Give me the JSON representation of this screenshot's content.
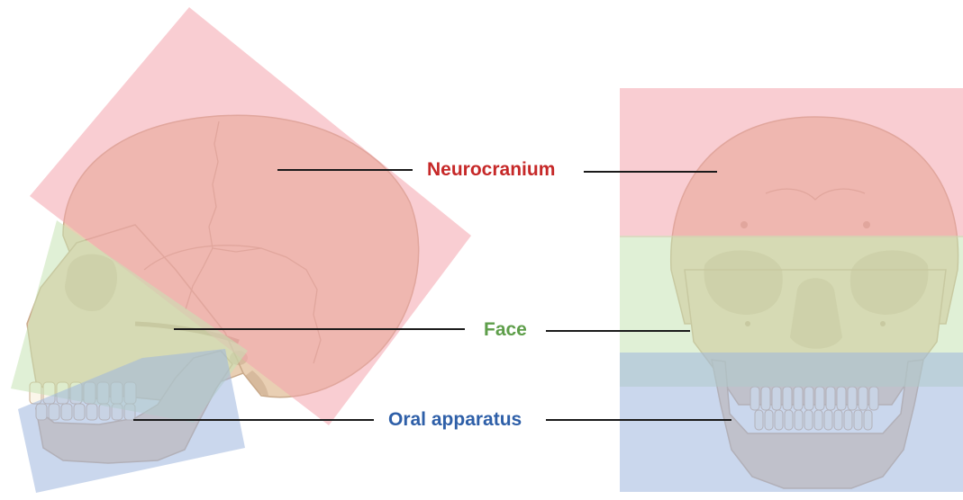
{
  "labels": {
    "neurocranium": "Neurocranium",
    "face": "Face",
    "oral_apparatus": "Oral apparatus"
  },
  "colors": {
    "neurocranium": "#c62828",
    "face": "#5e9e4a",
    "oral_apparatus": "#2e5fa8",
    "neurocranium_region": "#f4a4ad",
    "face_region": "#c7e3b4",
    "oral_region": "#9fb6de",
    "bone": "#e9cfb3",
    "bone_dark": "#c9a98a",
    "teeth": "#fbf6ea",
    "leader_line": "#1a1a1a"
  },
  "icons": {
    "lateral_view": "skull-lateral-illustration",
    "frontal_view": "skull-frontal-illustration"
  }
}
